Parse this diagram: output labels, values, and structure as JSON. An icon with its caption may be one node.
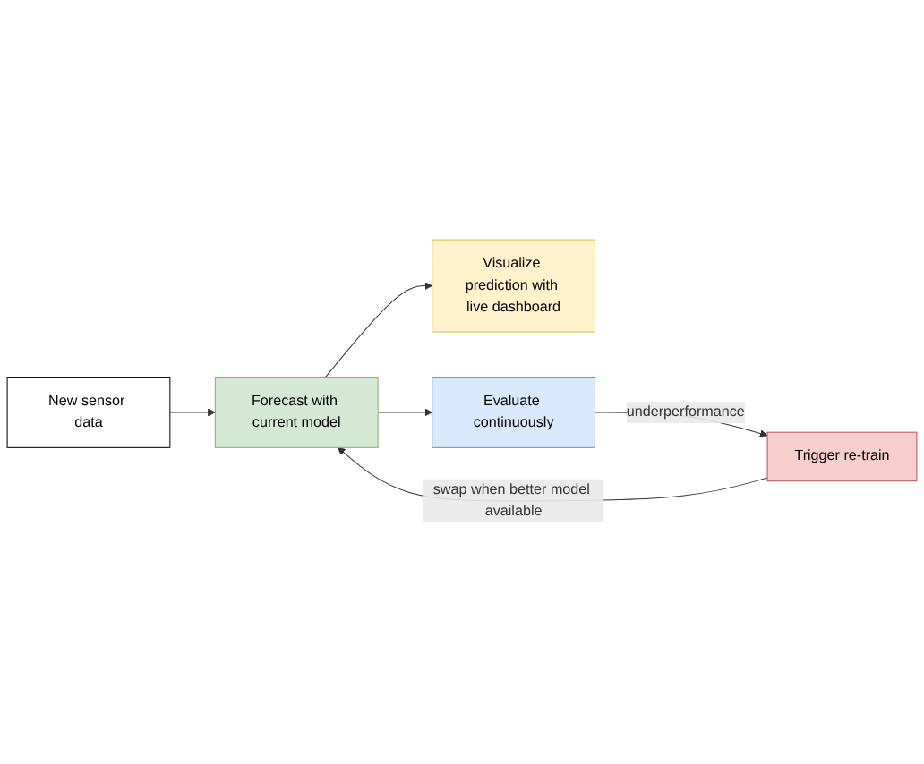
{
  "diagram": {
    "nodes": [
      {
        "text": [
          "New sensor data"
        ]
      },
      {
        "text": [
          "Forecast with current model"
        ]
      },
      {
        "text": [
          "Visualize prediction with live dashboard"
        ]
      },
      {
        "text": [
          "Evaluate continuously"
        ]
      },
      {
        "text": [
          "Trigger re-train"
        ]
      }
    ],
    "edges": [
      {
        "from": 0,
        "to": 1,
        "arrow": "to"
      },
      {
        "from": 1,
        "to": 2,
        "arrow": "to"
      },
      {
        "from": 1,
        "to": 3,
        "arrow": "to"
      },
      {
        "from": 3,
        "to": 4,
        "arrow": "to",
        "label": "underperformance"
      },
      {
        "from": 4,
        "to": 1,
        "arrow": "to",
        "label": "swap when better model available"
      }
    ]
  }
}
